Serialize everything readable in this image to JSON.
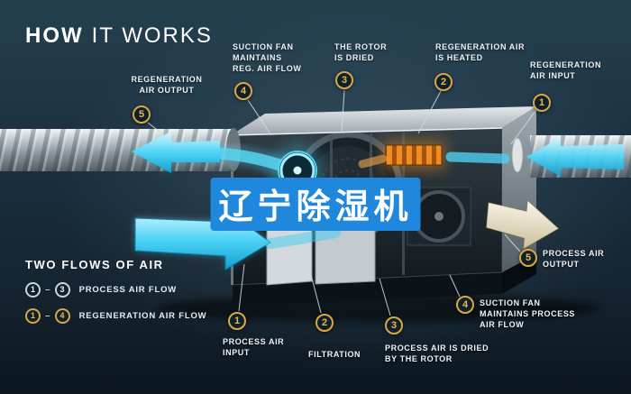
{
  "title": {
    "part1": "HOW",
    "part2": "IT WORKS"
  },
  "watermark": {
    "text": "辽宁除湿机"
  },
  "callouts": [
    {
      "id": "regeneration-air-output",
      "num": "5",
      "label": "REGENERATION\nAIR OUTPUT"
    },
    {
      "id": "suction-fan-reg",
      "num": "4",
      "label": "SUCTION FAN\nMAINTAINS\nREG. AIR FLOW"
    },
    {
      "id": "rotor-is-dried",
      "num": "3",
      "label": "THE ROTOR\nIS DRIED"
    },
    {
      "id": "regeneration-air-heated",
      "num": "2",
      "label": "REGENERATION AIR\nIS HEATED"
    },
    {
      "id": "regeneration-air-input",
      "num": "1",
      "label": "REGENERATION\nAIR INPUT"
    },
    {
      "id": "process-air-output",
      "num": "5",
      "label": "PROCESS AIR\nOUTPUT"
    },
    {
      "id": "suction-fan-process",
      "num": "4",
      "label": "SUCTION FAN\nMAINTAINS PROCESS\nAIR FLOW"
    },
    {
      "id": "process-air-dried",
      "num": "3",
      "label": "PROCESS AIR IS DRIED\nBY THE ROTOR"
    },
    {
      "id": "filtration",
      "num": "2",
      "label": "FILTRATION"
    },
    {
      "id": "process-air-input",
      "num": "1",
      "label": "PROCESS AIR\nINPUT"
    }
  ],
  "legend": {
    "title": "TWO FLOWS OF AIR",
    "rows": [
      {
        "start": "1",
        "end": "3",
        "label": "PROCESS AIR FLOW"
      },
      {
        "start": "1",
        "end": "4",
        "label": "REGENERATION AIR FLOW"
      }
    ]
  },
  "colors": {
    "background_dark": "#16252e",
    "accent_cyan": "#4fd4f6",
    "badge_gold": "#d8a845",
    "heater_orange": "#f08c22",
    "watermark_blue": "#1f87dc",
    "duct_silver": "#c3cacf",
    "process_output_cream": "#efe9d2"
  }
}
